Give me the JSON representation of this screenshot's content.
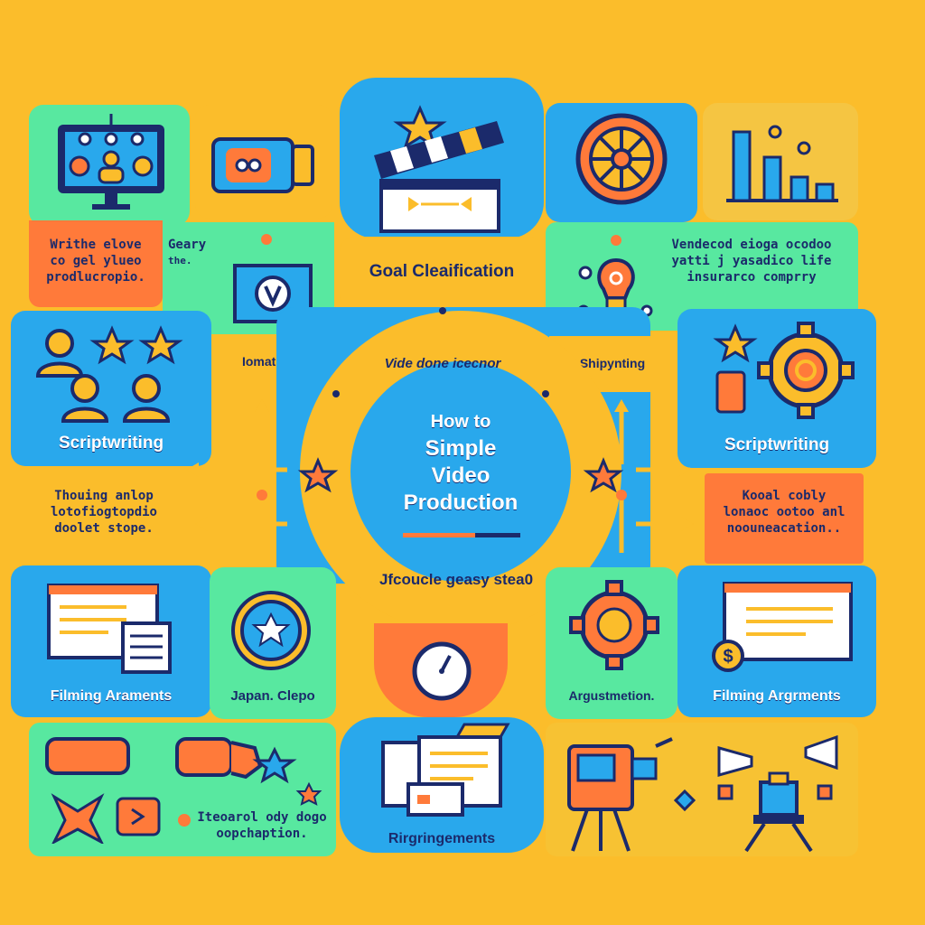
{
  "center": {
    "title_lines": [
      "How to",
      "Simple",
      "Video",
      "Production"
    ],
    "ring_top": "Vide done icecnor",
    "ring_bottom": "Jfcoucle geasy stea0"
  },
  "top": {
    "goal_label": "Goal Cleaification",
    "left_note_lines": [
      "Writhe elove",
      "co gel ylueo",
      "prodlucropio."
    ],
    "mid_left_lines": [
      "Geary",
      "the."
    ],
    "right_note_lines": [
      "Vendecod eioga ocodoo",
      "yatti j yasadico life",
      "insurarco comprry"
    ]
  },
  "middle": {
    "left_label": "Scriptwriting",
    "right_label": "Scriptwriting",
    "left_tag": "Iomatided",
    "right_tag": "Shipynting",
    "left_note_lines": [
      "Thouing anlop",
      "lotofiogtopdio",
      "doolet stope."
    ],
    "right_note_lines": [
      "Kooal cobly",
      "lonaoc ootoo anl",
      "noouneacation.."
    ]
  },
  "lower": {
    "left_label": "Filming Araments",
    "mid_left_label": "Japan. Clepo",
    "right_label": "Filming Argrments",
    "mid_right_label": "Argustmetion."
  },
  "bottom": {
    "center_label": "Rirgringements",
    "left_note_lines": [
      "Iteoarol ody dogo",
      "oopchaption."
    ]
  },
  "colors": {
    "background": "#fbbd2b",
    "blue": "#29a8ec",
    "green": "#58e8a0",
    "orange": "#ff7a3a",
    "navy": "#1b2a6b"
  }
}
